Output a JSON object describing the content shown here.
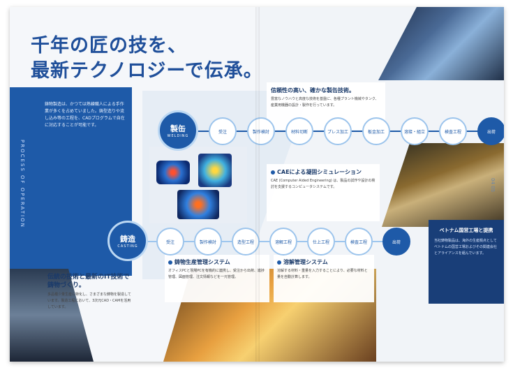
{
  "headline": {
    "line1": "千年の匠の技を、",
    "line2": "最新テクノロジーで伝承。"
  },
  "left_panel": {
    "text": "鋳物製造は、かつては熟練職人による手作業が多くを占めていました。鋳型造りや流し込み等の工程を、CADプログラムで自在に対応することが可能です。",
    "vertical_label": "PROCESS OF OPERATION"
  },
  "section_reliability": {
    "title": "信頼性の高い、確かな製缶技術。",
    "body": "豊富なノウハウと高度な技術を基盤に、各種プラント機械やタンク、産業用機器の設計・製作を行っています。"
  },
  "section_cae": {
    "title": "CAEによる凝固シミュレーション",
    "body": "CAE (Computer Aided Engineering) は、製品の試作や設計の検討を支援するコンピュータシステムです。"
  },
  "section_it": {
    "title": "伝統の技術と最新のIT技術で鋳物づくり。",
    "body": "多品種少量生産に特化し、さまざまな鋳物を製造しています。製造工程において、3次元CAD・CAMを活用しています。"
  },
  "section_prod_mgmt": {
    "title": "鋳物生産管理システム",
    "body": "オフィスPCと現場PCを有機的に連携し、受注から出荷、進捗管理、図面管理、注文情報などを一元管理。"
  },
  "section_melt_mgmt": {
    "title": "溶解管理システム",
    "body": "溶解する材料・重量を入力することにより、必要な材料と量を自動計算します。"
  },
  "section_vietnam": {
    "title": "ベトナム国営工場と提携",
    "body": "当社鋳物製品は、海外の生産拠点としてベトナムの国営工場およびその関連会社とアライアンスを組んでいます。"
  },
  "process_welding": {
    "main": {
      "jp": "製缶",
      "en": "WELDING"
    },
    "steps": [
      "受注",
      "製作検討",
      "材料切断",
      "プレス加工",
      "板金加工",
      "溶接・組立",
      "検査工程",
      "出荷"
    ]
  },
  "process_casting": {
    "main": {
      "jp": "鋳造",
      "en": "CASTING"
    },
    "steps": [
      "受注",
      "製作検討",
      "造型工程",
      "溶解工程",
      "仕上工程",
      "検査工程",
      "出荷"
    ]
  },
  "page_number": "04 05"
}
